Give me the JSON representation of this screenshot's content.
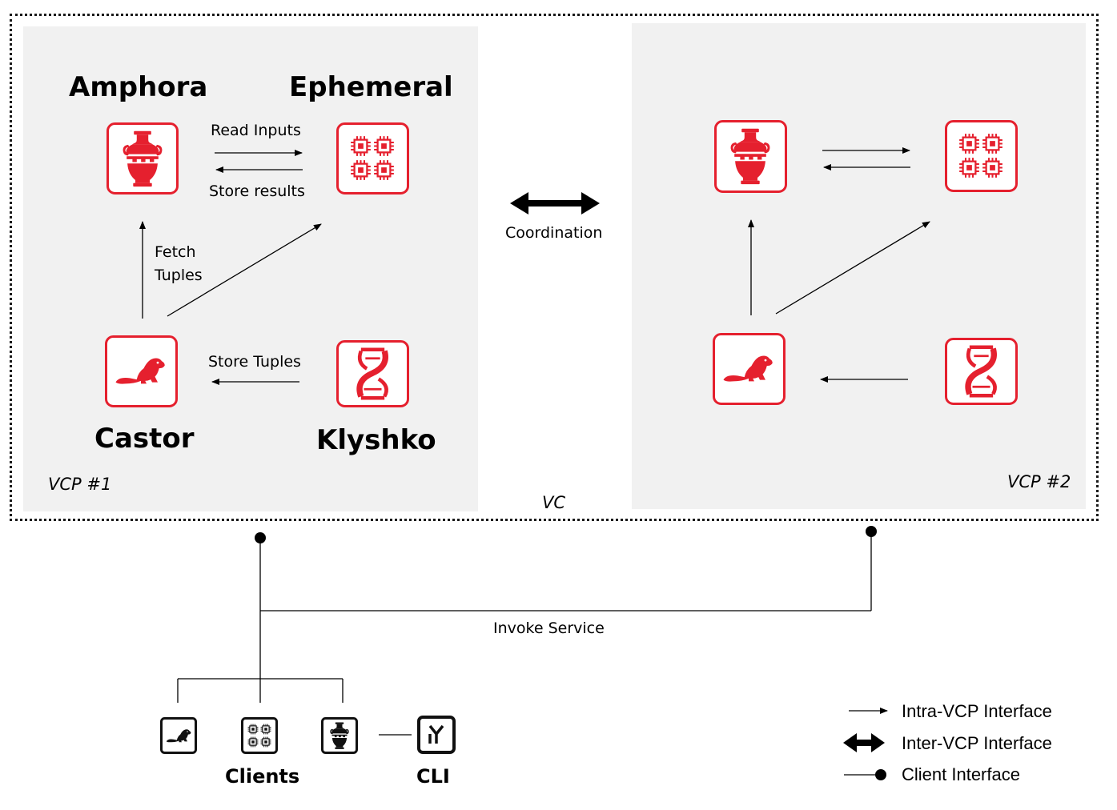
{
  "vcp1": {
    "label": "VCP #1",
    "services": {
      "amphora": "Amphora",
      "ephemeral": "Ephemeral",
      "castor": "Castor",
      "klyshko": "Klyshko"
    },
    "arrows": {
      "read_inputs": "Read Inputs",
      "store_results": "Store results",
      "fetch_tuples_line1": "Fetch",
      "fetch_tuples_line2": "Tuples",
      "store_tuples": "Store Tuples"
    }
  },
  "vcp2": {
    "label": "VCP #2"
  },
  "vc": {
    "label": "VC",
    "coordination": "Coordination"
  },
  "client_area": {
    "invoke_service": "Invoke Service",
    "clients_label": "Clients",
    "cli_label": "CLI"
  },
  "legend": {
    "intra": "Intra-VCP Interface",
    "inter": "Inter-VCP Interface",
    "client": "Client Interface"
  },
  "icons": [
    "amphora-vase-icon",
    "ephemeral-chips-icon",
    "castor-beaver-icon",
    "klyshko-helix-icon",
    "cli-terminal-icon"
  ],
  "colors": {
    "accent": "#e5202e",
    "panel": "#f1f1f1",
    "client_icon": "#111111"
  }
}
